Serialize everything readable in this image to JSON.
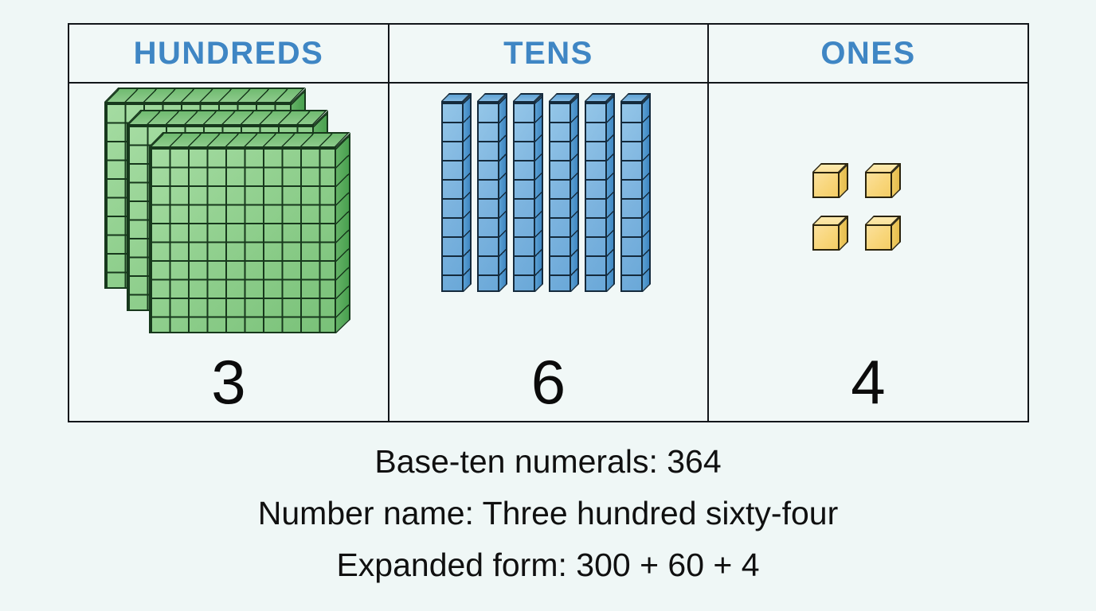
{
  "theme": {
    "background": "#eff7f6",
    "table_background": "#f1f8f7",
    "border": "#12161a",
    "header_text": "#3f86c4",
    "hundreds_block": "#8ccd8a",
    "tens_block": "#7db4df",
    "ones_block": "#f8d578",
    "caption_text": "#101010"
  },
  "chart_data": {
    "type": "table",
    "title": "Place Value Chart",
    "columns": [
      "HUNDREDS",
      "TENS",
      "ONES"
    ],
    "values": [
      3,
      6,
      4
    ],
    "block_counts": [
      3,
      6,
      4
    ],
    "block_types": [
      "flat-100",
      "rod-10",
      "unit-cube-1"
    ],
    "place_values": [
      300,
      60,
      4
    ],
    "number": 364
  },
  "table": {
    "columns": [
      {
        "header": "HUNDREDS",
        "digit": "3",
        "block_count": 3,
        "block_type": "hundreds-flat",
        "block_name": "hundred-flat"
      },
      {
        "header": "TENS",
        "digit": "6",
        "block_count": 6,
        "block_type": "tens-rod",
        "block_name": "ten-rod"
      },
      {
        "header": "ONES",
        "digit": "4",
        "block_count": 4,
        "block_type": "ones-cube",
        "block_name": "one-cube"
      }
    ]
  },
  "caption": {
    "lines": [
      "Base-ten numerals: 364",
      "Number name: Three hundred sixty-four",
      "Expanded form: 300 + 60 + 4"
    ]
  }
}
